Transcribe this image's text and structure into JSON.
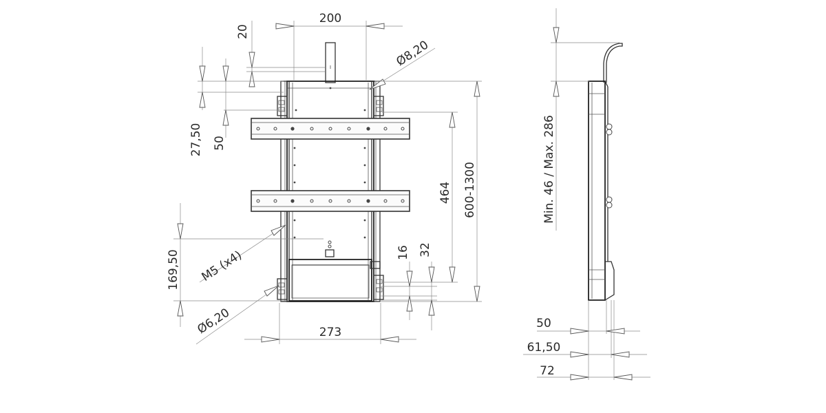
{
  "dimensions": {
    "top_width": "200",
    "top_offset": "20",
    "hole_diameter_top": "Ø8,20",
    "left_offset_a": "27,50",
    "left_offset_b": "50",
    "vesa_height": "464",
    "overall_height": "600-1300",
    "thread": "M5 (x4)",
    "bottom_offset": "169,50",
    "hole_diameter_bottom": "Ø6,20",
    "bottom_width": "273",
    "small_a": "16",
    "small_b": "32",
    "side_range": "Min. 46 / Max. 286",
    "depth_a": "50",
    "depth_b": "61,50",
    "depth_c": "72"
  }
}
